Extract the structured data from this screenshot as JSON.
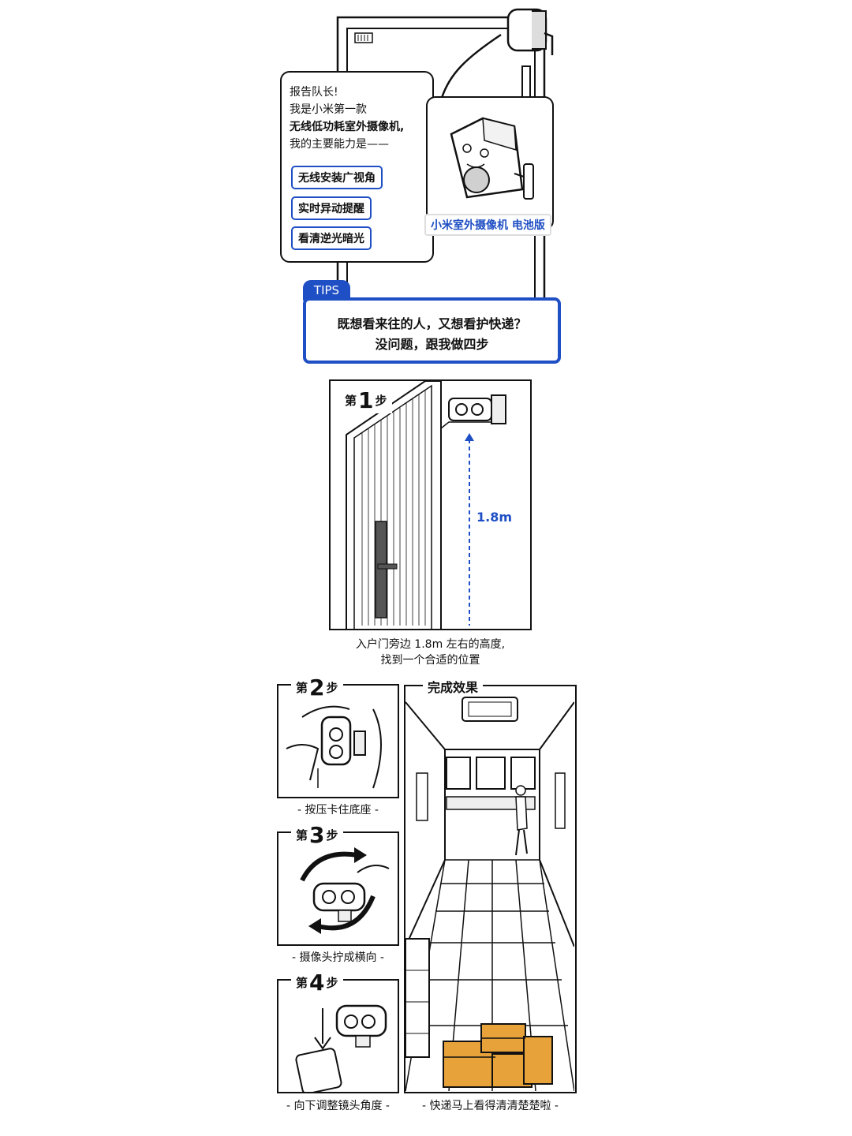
{
  "intro": {
    "lines": [
      "报告队长!",
      "我是小米第一款",
      "无线低功耗室外摄像机,",
      "我的主要能力是——"
    ],
    "features": [
      "无线安装广视角",
      "实时异动提醒",
      "看清逆光暗光"
    ],
    "product_label": "小米室外摄像机 电池版"
  },
  "tips": {
    "tag": "TIPS",
    "line1": "既想看来往的人，又想看护快递？",
    "line2": "没问题，跟我做四步"
  },
  "step1": {
    "prefix": "第",
    "num": "1",
    "suffix": "步",
    "height_label": "1.8m",
    "caption_line1": "入户门旁边 1.8m 左右的高度,",
    "caption_line2": "找到一个合适的位置"
  },
  "step2": {
    "prefix": "第",
    "num": "2",
    "suffix": "步",
    "caption": "- 按压卡住底座 -"
  },
  "step3": {
    "prefix": "第",
    "num": "3",
    "suffix": "步",
    "caption": "- 摄像头拧成横向 -"
  },
  "step4": {
    "prefix": "第",
    "num": "4",
    "suffix": "步",
    "caption": "- 向下调整镜头角度 -"
  },
  "result": {
    "title": "完成效果",
    "caption": "- 快递马上看得清清楚楚啦 -"
  },
  "colors": {
    "accent": "#1f4fc4",
    "package": "#e7a23a",
    "ink": "#111111"
  }
}
